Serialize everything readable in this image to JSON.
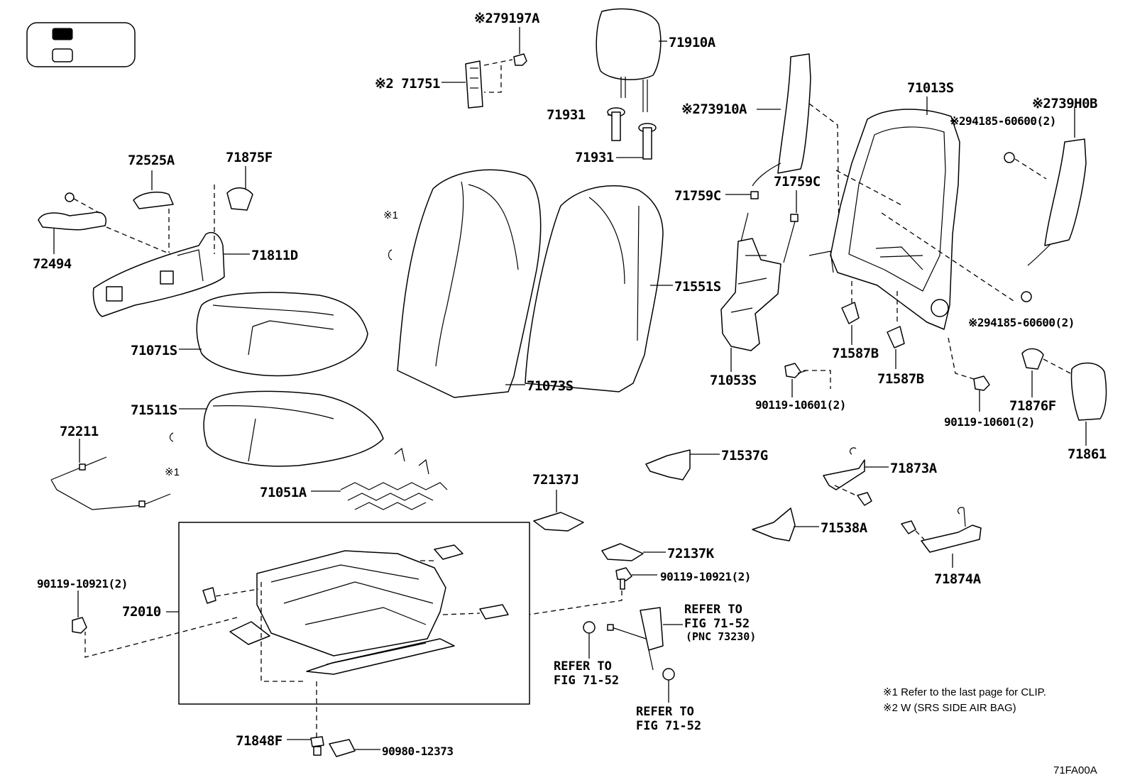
{
  "parts": [
    {
      "id": "79197A",
      "label": "※279197A"
    },
    {
      "id": "71751",
      "label": "※2 71751"
    },
    {
      "id": "71910A",
      "label": "71910A"
    },
    {
      "id": "71931a",
      "label": "71931"
    },
    {
      "id": "71931b",
      "label": "71931"
    },
    {
      "id": "73910A",
      "label": "※273910A"
    },
    {
      "id": "71013S",
      "label": "71013S"
    },
    {
      "id": "739H0B",
      "label": "※2739H0B"
    },
    {
      "id": "94185a",
      "label": "※294185-60600(2)"
    },
    {
      "id": "72525A",
      "label": "72525A"
    },
    {
      "id": "71875F",
      "label": "71875F"
    },
    {
      "id": "72494",
      "label": "72494"
    },
    {
      "id": "71811D",
      "label": "71811D"
    },
    {
      "id": "clip1a",
      "label": "※1"
    },
    {
      "id": "71759Ca",
      "label": "71759C"
    },
    {
      "id": "71759Cb",
      "label": "71759C"
    },
    {
      "id": "71551S",
      "label": "71551S"
    },
    {
      "id": "94185b",
      "label": "※294185-60600(2)"
    },
    {
      "id": "71071S",
      "label": "71071S"
    },
    {
      "id": "71587Ba",
      "label": "71587B"
    },
    {
      "id": "71587Bb",
      "label": "71587B"
    },
    {
      "id": "71053S",
      "label": "71053S"
    },
    {
      "id": "71073S",
      "label": "71073S"
    },
    {
      "id": "90119-10601a",
      "label": "90119-10601(2)"
    },
    {
      "id": "71876F",
      "label": "71876F"
    },
    {
      "id": "90119-10601b",
      "label": "90119-10601(2)"
    },
    {
      "id": "71861",
      "label": "71861"
    },
    {
      "id": "71511S",
      "label": "71511S"
    },
    {
      "id": "72211",
      "label": "72211"
    },
    {
      "id": "clip1b",
      "label": "※1"
    },
    {
      "id": "71537G",
      "label": "71537G"
    },
    {
      "id": "71873A",
      "label": "71873A"
    },
    {
      "id": "71051A",
      "label": "71051A"
    },
    {
      "id": "72137J",
      "label": "72137J"
    },
    {
      "id": "71538A",
      "label": "71538A"
    },
    {
      "id": "72137K",
      "label": "72137K"
    },
    {
      "id": "71874A",
      "label": "71874A"
    },
    {
      "id": "90119-10921a",
      "label": "90119-10921(2)"
    },
    {
      "id": "90119-10921b",
      "label": "90119-10921(2)"
    },
    {
      "id": "72010",
      "label": "72010"
    },
    {
      "id": "71848F",
      "label": "71848F"
    },
    {
      "id": "90980-12373",
      "label": "90980-12373"
    }
  ],
  "references": {
    "refer_right": {
      "line1": "REFER TO",
      "line2": "FIG 71-52",
      "line3": "(PNC 73230)"
    },
    "refer_left": {
      "line1": "REFER TO",
      "line2": "FIG 71-52"
    },
    "refer_bottom": {
      "line1": "REFER TO",
      "line2": "FIG 71-52"
    }
  },
  "notes": {
    "note1": "※1  Refer to the last page for CLIP.",
    "note2": "※2  W (SRS SIDE AIR BAG)"
  },
  "figure_code": "71FA00A"
}
